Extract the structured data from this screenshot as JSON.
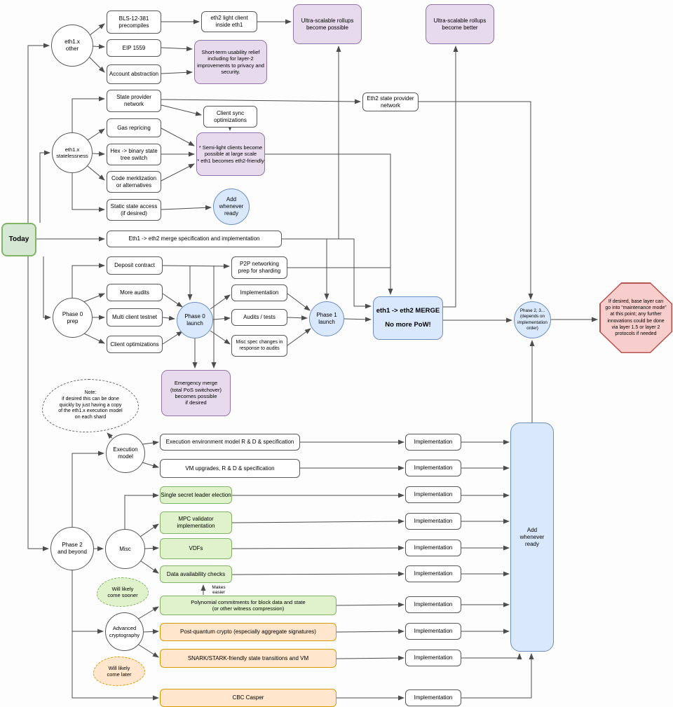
{
  "diagram": {
    "title": "Ethereum eth1.x / eth2 roadmap flowchart",
    "colors": {
      "purple_fill": "#e6daec",
      "purple_border": "#9673a6",
      "green_fill": "#d5e8d4",
      "green_border": "#82b366",
      "lime_fill": "#dff2cc",
      "blue_fill": "#dae8fc",
      "blue_border": "#6c8ebf",
      "orange_fill": "#ffe6cc",
      "orange_border": "#d79b00",
      "red_fill": "#f8cecc",
      "red_border": "#b85450",
      "line": "#4d4d4d"
    },
    "nodes": {
      "today": "Today",
      "eth1x_other": "eth1.x\nother",
      "bls_precompiles": "BLS-12-381\nprecompiles",
      "eth2_light_client": "eth2 light client\ninside eth1",
      "ultra_rollups_possible": "Ultra-scalable rollups\nbecome possible",
      "ultra_rollups_better": "Ultra-scalable rollups\nbecome better",
      "eip_1559": "EIP 1559",
      "account_abstraction": "Account abstraction",
      "usability_relief": "Short-term usability relief\nincluding for layer-2\nimprovements to privacy and\nsecurity.",
      "eth1x_statelessness": "eth1.x\nstatelessness",
      "state_provider_network": "State provider\nnetwork",
      "gas_repricing": "Gas repricing",
      "hex_binary_switch": "Hex -> binary state\ntree switch",
      "code_merklization": "Code merklization\nor alternatives",
      "static_state_access": "Static state access\n(if desired)",
      "client_sync_optimizations": "Client sync\noptimizations",
      "semi_light_clients": "* Semi-light clients become\npossible at large scale\n* eth1 becomes eth2-friendly",
      "add_whenever_ready_small": "Add\nwhenever\nready",
      "eth2_state_provider": "Eth2 state provider\nnetwork",
      "merge_spec": "Eth1 -> eth2 merge specification and implementation",
      "deposit_contract": "Deposit contract",
      "more_audits": "More audits",
      "phase0_prep": "Phase 0\nprep",
      "multi_client_testnet": "Multi client testnet",
      "client_optimizations": "Client optimizations",
      "phase0_launch": "Phase 0\nlaunch",
      "p2p_networking": "P2P networking\nprep for sharding",
      "implementation": "Implementation",
      "audits_tests": "Audits / tests",
      "misc_spec_changes": "Misc spec changes in\nresponse to audits",
      "phase1_launch": "Phase 1\nlaunch",
      "merge_line1": "eth1 -> eth2 MERGE",
      "merge_line2": "No more PoW!",
      "phase23": "Phase 2, 3...\n(depends on\nimplementation\norder)",
      "maintenance_octagon": "If desired, base layer can\ngo into “maintenance mode”\nat this point; any further\ninnovations could be done\nvia layer 1.5 or layer 2\nprotocols if needed",
      "emergency_merge": "Emergency merge\n(total PoS switchover)\nbecomes possible\nif desired",
      "note_cloud": "Note:\nif desired this can be done\nquickly by just having a copy\nof the eth1.x execution model\non each shard",
      "execution_model": "Execution\nmodel",
      "exec_env_rd": "Execution environment model R & D & specification",
      "vm_upgrades": "VM upgrades, R & D & specification",
      "phase2_beyond": "Phase 2\nand beyond",
      "misc": "Misc",
      "single_secret_leader": "Single secret leader election",
      "mpc_validator": "MPC validator\nimplementation",
      "vdfs": "VDFs",
      "data_availability": "Data availability checks",
      "makes_easier": "Makes\neasier",
      "will_come_sooner": "Will likely\ncome sooner",
      "polynomial_commitments": "Polynomial commitments for block data and state\n(or other witness compression)",
      "advanced_cryptography": "Advanced\ncryptography",
      "post_quantum": "Post-quantum crypto (especially aggregate signatures)",
      "snark_stark": "SNARK/STARK-friendly state transitions and VM",
      "will_come_later": "Will likely\ncome later",
      "cbc_casper": "CBC Casper",
      "add_whenever_ready_big": "Add\nwhenever\nready"
    }
  }
}
